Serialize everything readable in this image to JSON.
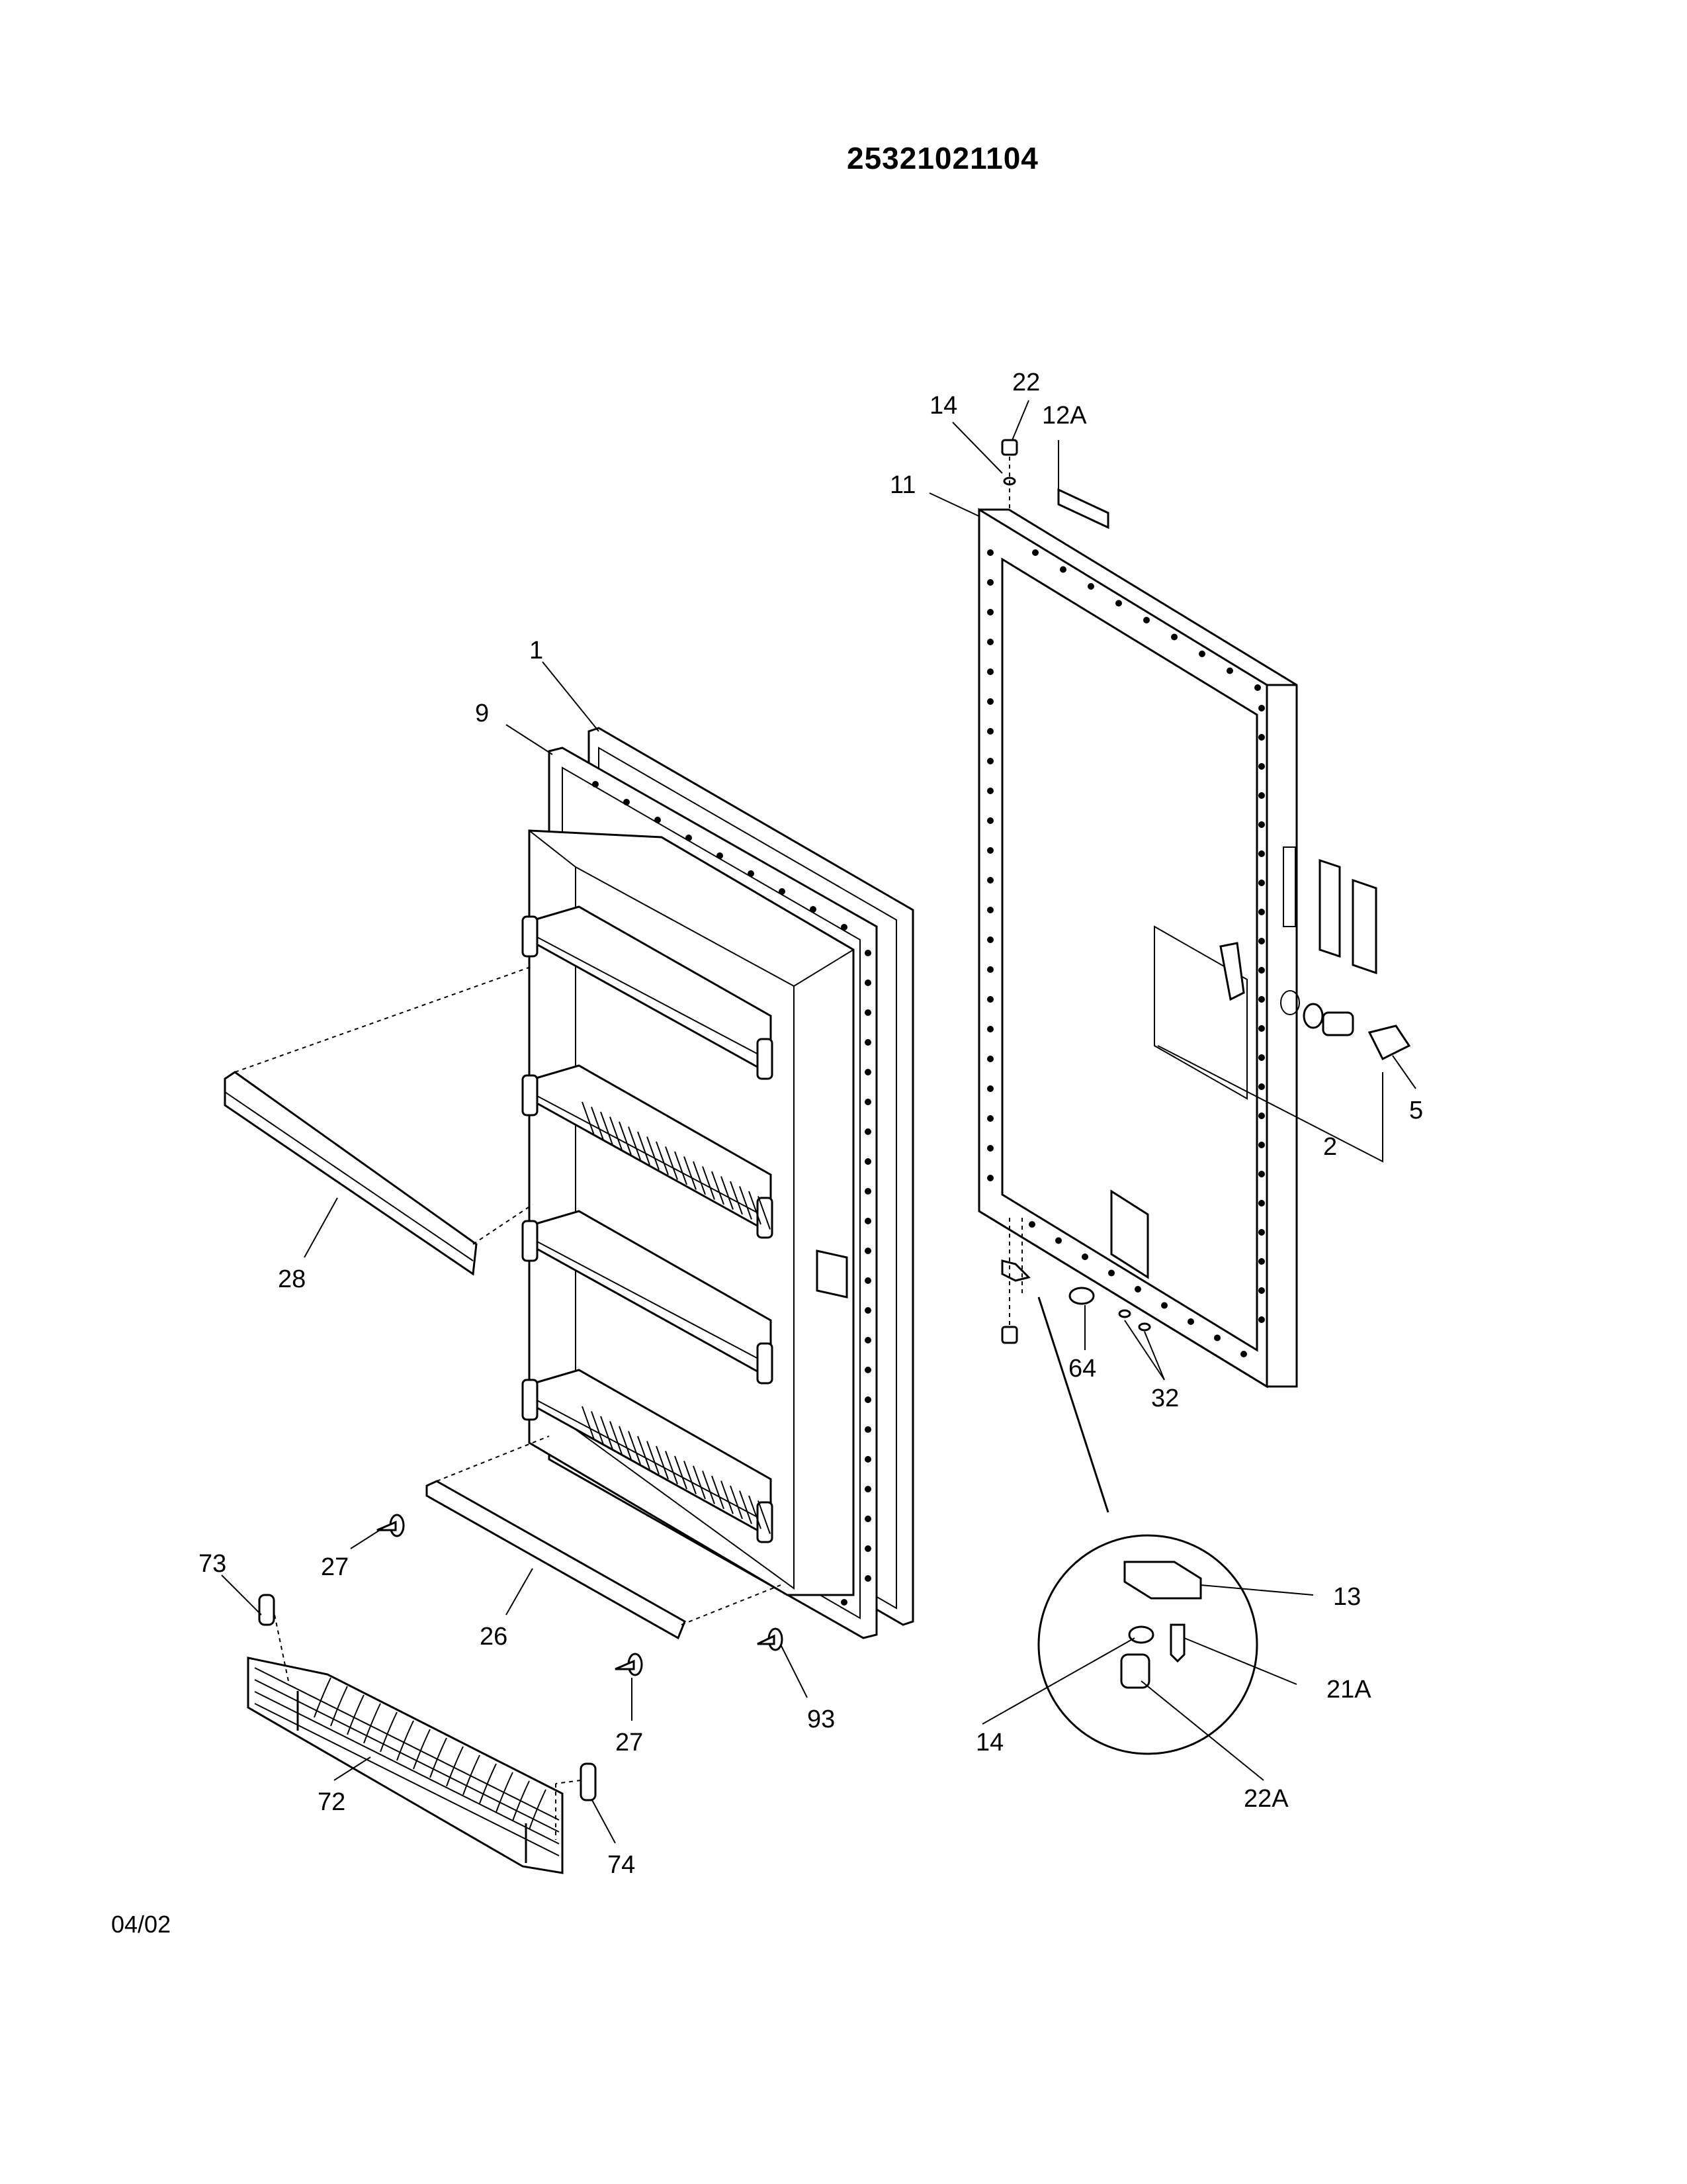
{
  "header": {
    "model_number": "25321021104"
  },
  "footer": {
    "date_code": "04/02"
  },
  "callouts": {
    "c1": "1",
    "c2": "2",
    "c5": "5",
    "c9": "9",
    "c11": "11",
    "c12A": "12A",
    "c13": "13",
    "c14_top": "14",
    "c14_detail": "14",
    "c21A": "21A",
    "c22_top": "22",
    "c22A": "22A",
    "c26": "26",
    "c27_upper": "27",
    "c27_lower": "27",
    "c28": "28",
    "c32": "32",
    "c64": "64",
    "c72": "72",
    "c73": "73",
    "c74": "74",
    "c93": "93"
  }
}
